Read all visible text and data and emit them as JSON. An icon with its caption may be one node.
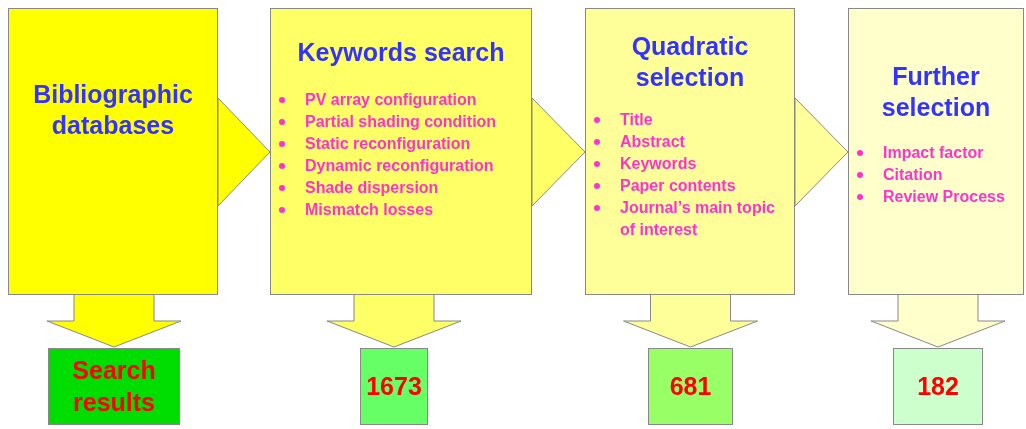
{
  "diagram": {
    "nodes": [
      {
        "text": [
          "Bibliographic databases"
        ]
      },
      {
        "text": [
          "Keywords search",
          "PV array configuration",
          "Partial shading condition",
          "Static reconfiguration",
          "Dynamic reconfiguration",
          "Shade dispersion",
          "Mismatch losses"
        ]
      },
      {
        "text": [
          "Quadratic selection",
          "Title",
          "Abstract",
          "Keywords",
          "Paper contents",
          "Journal’s main topic of interest"
        ]
      },
      {
        "text": [
          "Further selection",
          "Impact factor",
          "Citation",
          "Review Process"
        ]
      },
      {
        "text": [
          "Search results"
        ]
      },
      {
        "text": [
          "1673"
        ]
      },
      {
        "text": [
          "681"
        ]
      },
      {
        "text": [
          "182"
        ]
      }
    ],
    "edges": [
      {
        "from": 0,
        "to": 1,
        "arrow": "to"
      },
      {
        "from": 1,
        "to": 2,
        "arrow": "to"
      },
      {
        "from": 2,
        "to": 3,
        "arrow": "to"
      },
      {
        "from": 0,
        "to": 4,
        "arrow": "to"
      },
      {
        "from": 1,
        "to": 5,
        "arrow": "to"
      },
      {
        "from": 2,
        "to": 6,
        "arrow": "to"
      },
      {
        "from": 3,
        "to": 7,
        "arrow": "to"
      }
    ]
  }
}
